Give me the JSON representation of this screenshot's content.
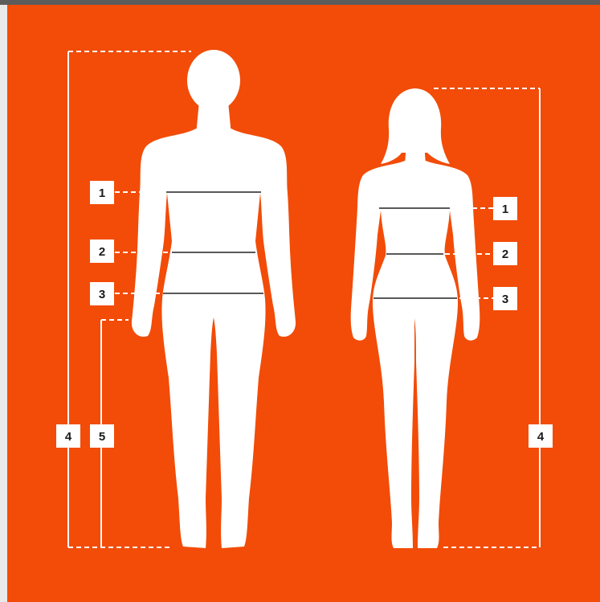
{
  "colors": {
    "background": "#f24c08",
    "figure": "#ffffff",
    "measure_line": "#222222",
    "frame_border": "#e9e9e9"
  },
  "figures": [
    {
      "id": "male",
      "markers": {
        "chest": "1",
        "waist": "2",
        "hips": "3",
        "height": "4",
        "inseam": "5"
      }
    },
    {
      "id": "female",
      "markers": {
        "chest": "1",
        "waist": "2",
        "hips": "3",
        "height": "4"
      }
    }
  ]
}
